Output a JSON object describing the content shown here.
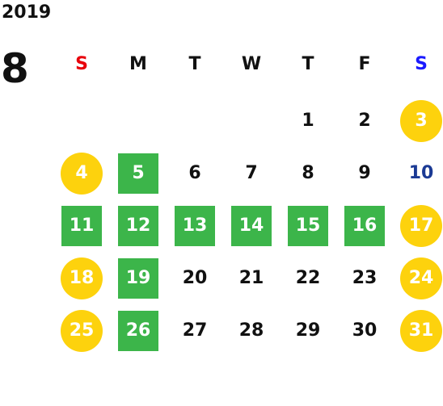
{
  "calendar": {
    "year": "2019",
    "month": "8",
    "weekdays": [
      {
        "label": "S",
        "color": "#e8000b"
      },
      {
        "label": "M",
        "color": "#111111"
      },
      {
        "label": "T",
        "color": "#111111"
      },
      {
        "label": "W",
        "color": "#111111"
      },
      {
        "label": "T",
        "color": "#111111"
      },
      {
        "label": "F",
        "color": "#111111"
      },
      {
        "label": "S",
        "color": "#1a1aff"
      }
    ],
    "colors": {
      "holiday": "#fdd20d",
      "event": "#3cb54a",
      "default": "#111111",
      "blue_day": "#1b3a94"
    },
    "weeks": [
      [
        null,
        null,
        null,
        null,
        {
          "day": "1",
          "style": "plain"
        },
        {
          "day": "2",
          "style": "plain"
        },
        {
          "day": "3",
          "style": "holiday"
        }
      ],
      [
        {
          "day": "4",
          "style": "holiday"
        },
        {
          "day": "5",
          "style": "event"
        },
        {
          "day": "6",
          "style": "plain"
        },
        {
          "day": "7",
          "style": "plain"
        },
        {
          "day": "8",
          "style": "plain"
        },
        {
          "day": "9",
          "style": "plain"
        },
        {
          "day": "10",
          "style": "blue"
        }
      ],
      [
        {
          "day": "11",
          "style": "event"
        },
        {
          "day": "12",
          "style": "event"
        },
        {
          "day": "13",
          "style": "event"
        },
        {
          "day": "14",
          "style": "event"
        },
        {
          "day": "15",
          "style": "event"
        },
        {
          "day": "16",
          "style": "event"
        },
        {
          "day": "17",
          "style": "holiday"
        }
      ],
      [
        {
          "day": "18",
          "style": "holiday"
        },
        {
          "day": "19",
          "style": "event"
        },
        {
          "day": "20",
          "style": "plain"
        },
        {
          "day": "21",
          "style": "plain"
        },
        {
          "day": "22",
          "style": "plain"
        },
        {
          "day": "23",
          "style": "plain"
        },
        {
          "day": "24",
          "style": "holiday"
        }
      ],
      [
        {
          "day": "25",
          "style": "holiday"
        },
        {
          "day": "26",
          "style": "event"
        },
        {
          "day": "27",
          "style": "plain"
        },
        {
          "day": "28",
          "style": "plain"
        },
        {
          "day": "29",
          "style": "plain"
        },
        {
          "day": "30",
          "style": "plain"
        },
        {
          "day": "31",
          "style": "holiday"
        }
      ]
    ]
  }
}
